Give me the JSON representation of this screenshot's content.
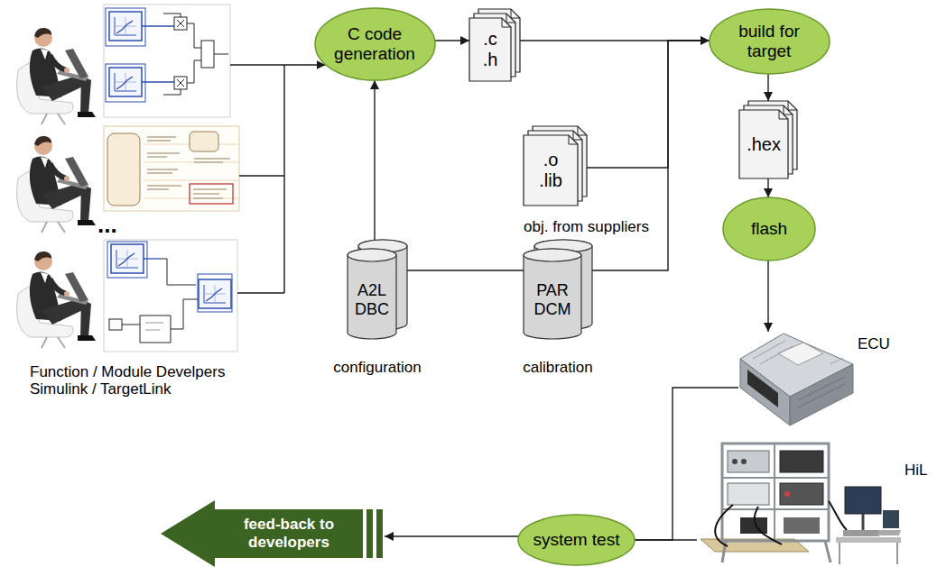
{
  "diagram": {
    "nodes": [
      {
        "text": [
          "Function / Module Develpers Simulink / TargetLink"
        ]
      },
      {
        "text": [
          "C code generation"
        ]
      },
      {
        "text": [
          ".c .h"
        ]
      },
      {
        "text": [
          ".o .lib",
          "obj. from suppliers"
        ]
      },
      {
        "text": [
          "A2L DBC",
          "configuration"
        ]
      },
      {
        "text": [
          "PAR DCM",
          "calibration"
        ]
      },
      {
        "text": [
          "build for target"
        ]
      },
      {
        "text": [
          ".hex"
        ]
      },
      {
        "text": [
          "flash"
        ]
      },
      {
        "text": [
          "ECU"
        ]
      },
      {
        "text": [
          "HiL"
        ]
      },
      {
        "text": [
          "system test"
        ]
      },
      {
        "text": [
          "feed-back to developers"
        ]
      }
    ],
    "edges": [
      {
        "from": 0,
        "to": 1,
        "arrow": "to"
      },
      {
        "from": 1,
        "to": 2,
        "arrow": "to"
      },
      {
        "from": 2,
        "to": 6,
        "arrow": "to"
      },
      {
        "from": 3,
        "to": 6,
        "arrow": "to"
      },
      {
        "from": 4,
        "to": 1,
        "arrow": "to"
      },
      {
        "from": 4,
        "to": 5,
        "arrow": "none"
      },
      {
        "from": 5,
        "to": 6,
        "arrow": "to"
      },
      {
        "from": 6,
        "to": 7,
        "arrow": "to"
      },
      {
        "from": 7,
        "to": 8,
        "arrow": "to"
      },
      {
        "from": 8,
        "to": 9,
        "arrow": "to"
      },
      {
        "from": 9,
        "to": 11,
        "arrow": "none"
      },
      {
        "from": 10,
        "to": 11,
        "arrow": "none"
      },
      {
        "from": 11,
        "to": 12,
        "arrow": "to"
      }
    ],
    "labels": [
      "..."
    ]
  }
}
